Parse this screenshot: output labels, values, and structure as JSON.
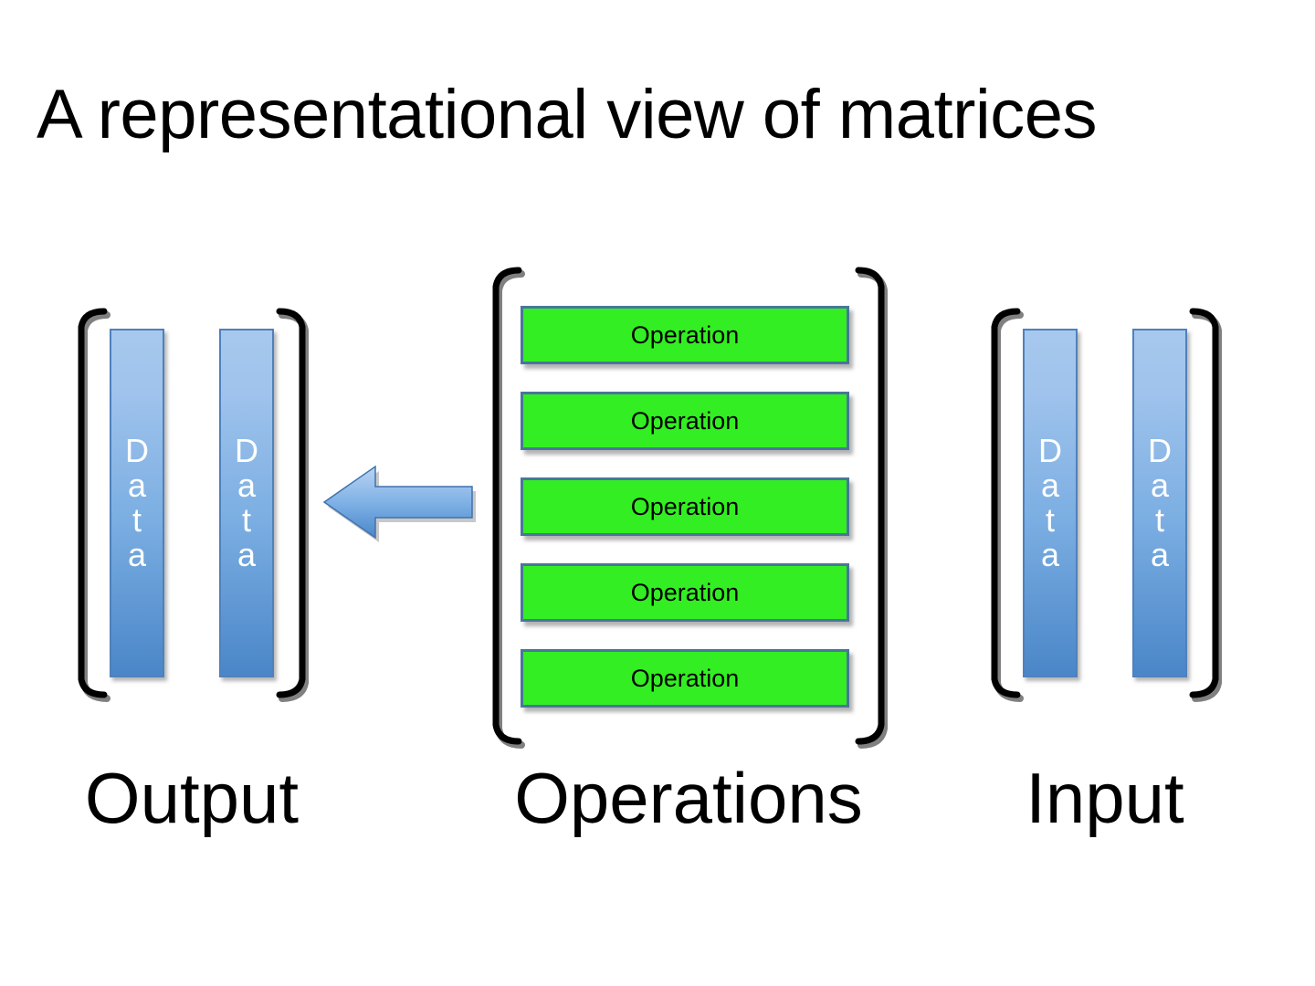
{
  "slide": {
    "title": "A representational view of matrices",
    "background": "#ffffff"
  },
  "colors": {
    "operation_fill": "#33EE22",
    "operation_border": "#49769B",
    "data_bar_gradient_top": "#A7C8EE",
    "data_bar_gradient_bottom": "#4A86C8",
    "data_bar_border": "#4F81BD",
    "arrow_fill_top": "#A9C9EE",
    "arrow_fill_bottom": "#4A86C8",
    "arrow_border": "#3C6DA6",
    "bracket": "#000000",
    "text_dark": "#000000",
    "text_light": "#ffffff"
  },
  "groups": {
    "output": {
      "caption": "Output",
      "bars": [
        {
          "letters": [
            "D",
            "a",
            "t",
            "a"
          ],
          "label": "Data"
        },
        {
          "letters": [
            "D",
            "a",
            "t",
            "a"
          ],
          "label": "Data"
        }
      ]
    },
    "operations": {
      "caption": "Operations",
      "boxes": [
        {
          "label": "Operation"
        },
        {
          "label": "Operation"
        },
        {
          "label": "Operation"
        },
        {
          "label": "Operation"
        },
        {
          "label": "Operation"
        }
      ]
    },
    "input": {
      "caption": "Input",
      "bars": [
        {
          "letters": [
            "D",
            "a",
            "t",
            "a"
          ],
          "label": "Data"
        },
        {
          "letters": [
            "D",
            "a",
            "t",
            "a"
          ],
          "label": "Data"
        }
      ]
    }
  },
  "arrow": {
    "direction": "left",
    "meaning": "operations-applied-to-input-produce-output"
  }
}
